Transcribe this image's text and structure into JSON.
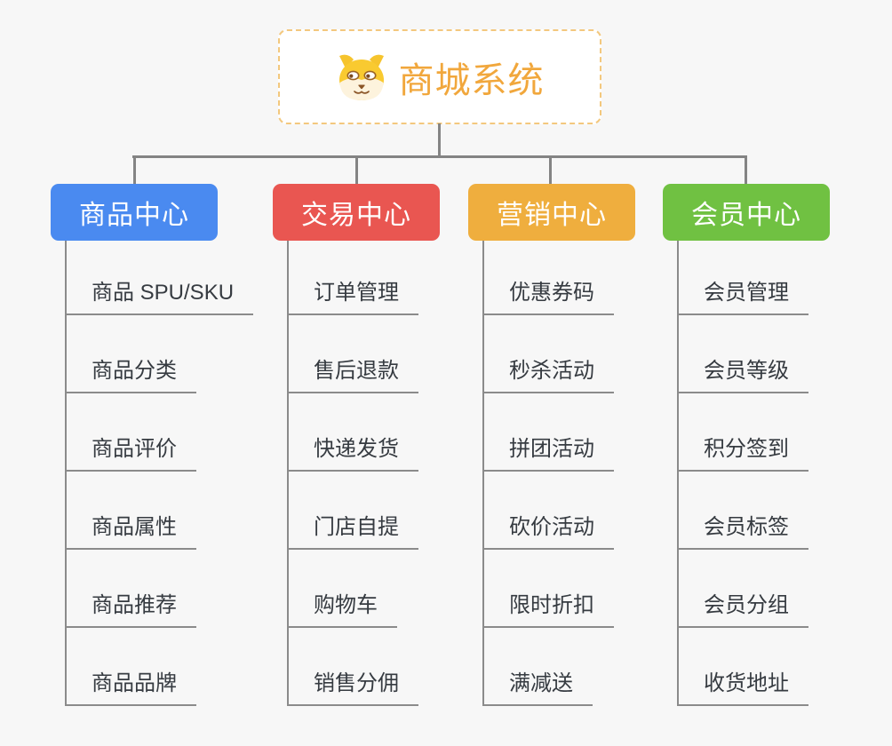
{
  "canvas": {
    "background": "#f7f7f7",
    "connector_color": "#848484",
    "underline_color": "#8b8b8b"
  },
  "root": {
    "title": "商城系统",
    "icon": "dog-face-icon",
    "text_color": "#f1a73c",
    "border_color": "#f3c87e"
  },
  "branches": [
    {
      "label": "商品中心",
      "color": "#4a8af0",
      "items": [
        "商品 SPU/SKU",
        "商品分类",
        "商品评价",
        "商品属性",
        "商品推荐",
        "商品品牌"
      ]
    },
    {
      "label": "交易中心",
      "color": "#e95651",
      "items": [
        "订单管理",
        "售后退款",
        "快递发货",
        "门店自提",
        "购物车",
        "销售分佣"
      ]
    },
    {
      "label": "营销中心",
      "color": "#efae3e",
      "items": [
        "优惠券码",
        "秒杀活动",
        "拼团活动",
        "砍价活动",
        "限时折扣",
        "满减送"
      ]
    },
    {
      "label": "会员中心",
      "color": "#70c142",
      "items": [
        "会员管理",
        "会员等级",
        "积分签到",
        "会员标签",
        "会员分组",
        "收货地址"
      ]
    }
  ]
}
